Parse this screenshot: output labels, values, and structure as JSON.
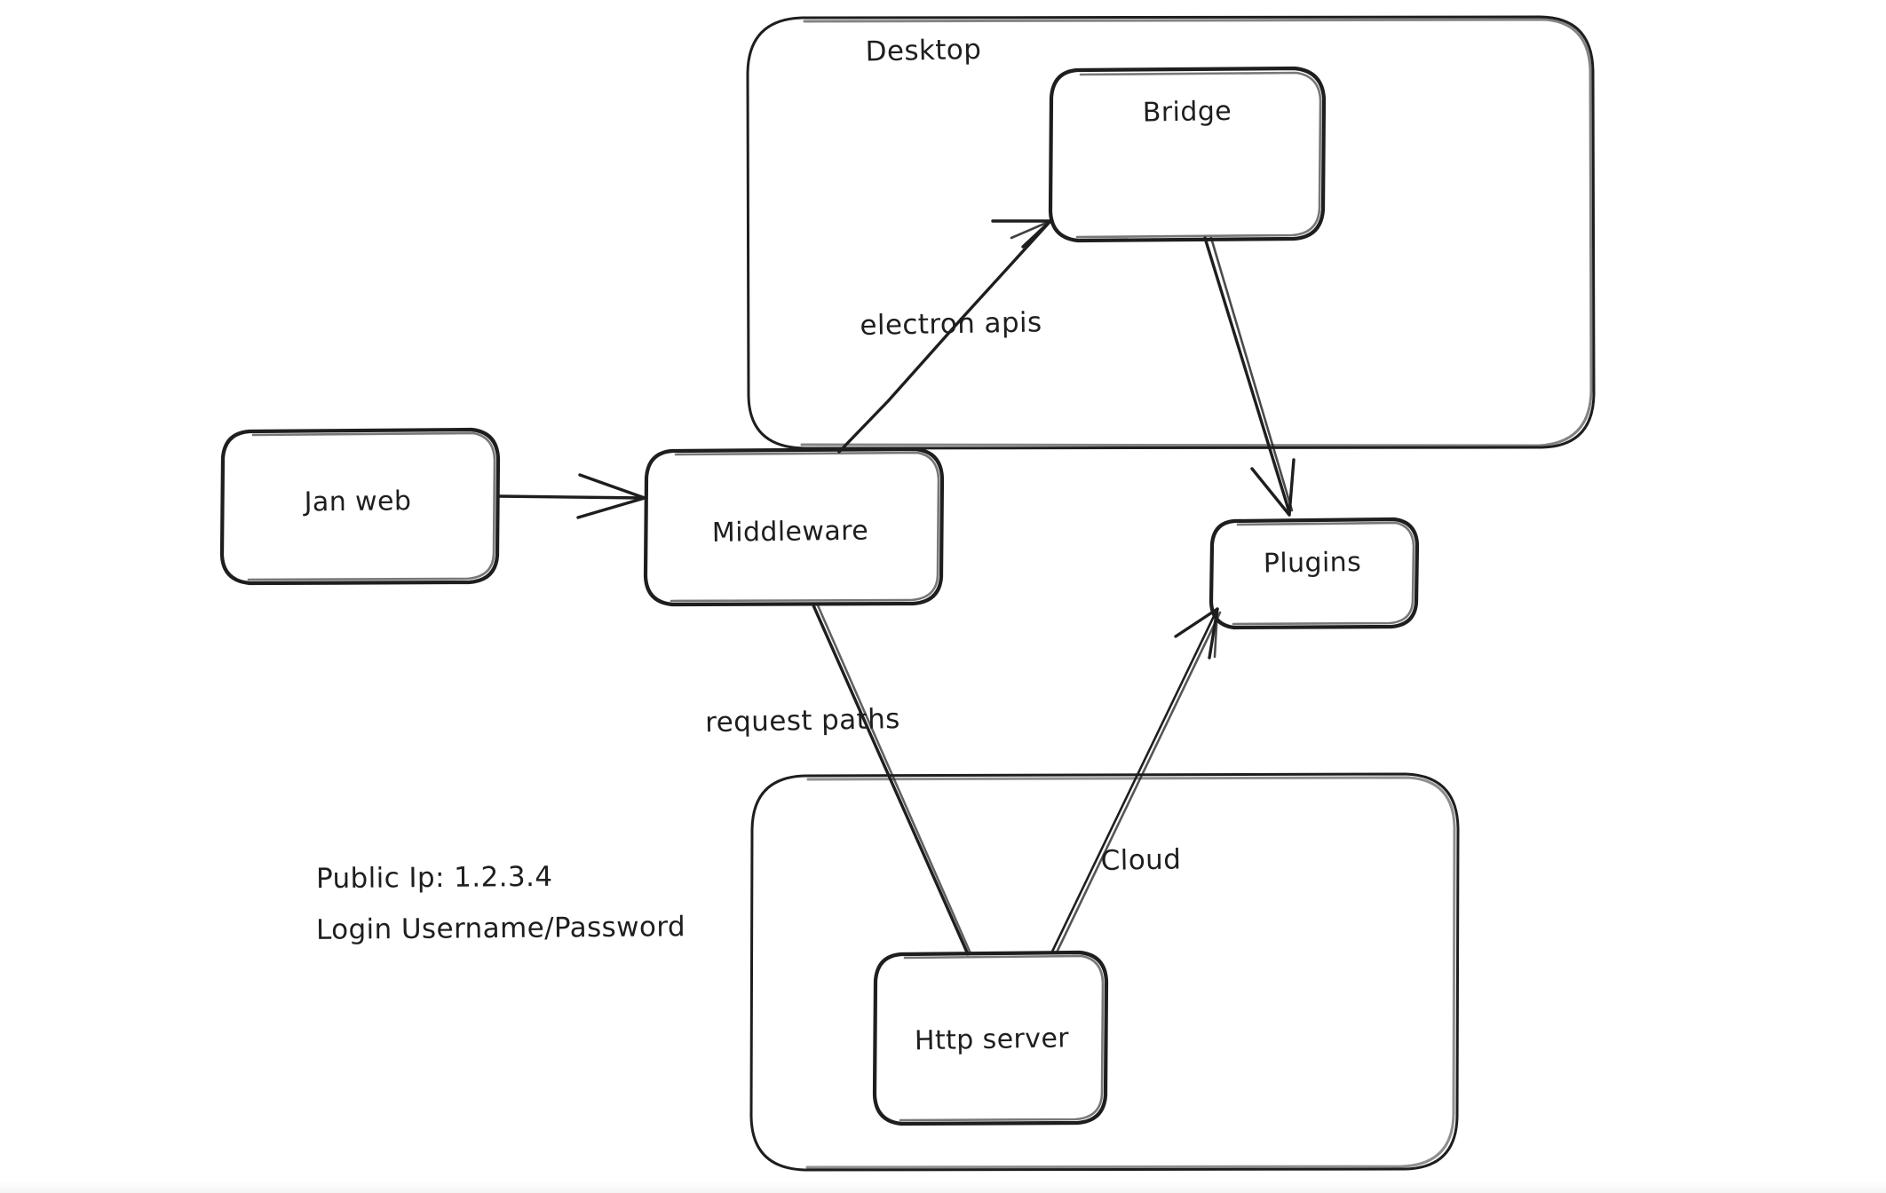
{
  "diagram": {
    "title": "Jan architecture diagram",
    "style": "hand-drawn whiteboard sketch",
    "background_color": "#ffffff",
    "stroke_color": "#1e1e1e",
    "containers": [
      {
        "id": "desktop",
        "label": "Desktop"
      },
      {
        "id": "cloud-group",
        "label": ""
      }
    ],
    "nodes": [
      {
        "id": "jan-web",
        "label": "Jan web"
      },
      {
        "id": "middleware",
        "label": "Middleware"
      },
      {
        "id": "bridge",
        "label": "Bridge"
      },
      {
        "id": "plugins",
        "label": "Plugins"
      },
      {
        "id": "http-server",
        "label": "Http server"
      }
    ],
    "edges": [
      {
        "id": "e1",
        "from": "jan-web",
        "to": "middleware",
        "label": "",
        "arrow": true
      },
      {
        "id": "e2",
        "from": "middleware",
        "to": "bridge",
        "label": "electron apis",
        "arrow": true
      },
      {
        "id": "e3",
        "from": "bridge",
        "to": "plugins",
        "label": "",
        "arrow": true
      },
      {
        "id": "e4",
        "from": "middleware",
        "to": "http-server",
        "label": "request paths",
        "arrow": false
      },
      {
        "id": "e5",
        "from": "http-server",
        "to": "plugins",
        "label": "Cloud",
        "arrow": true
      }
    ],
    "notes": {
      "public_ip_line": "Public Ip: 1.2.3.4",
      "login_line": "Login Username/Password"
    }
  }
}
